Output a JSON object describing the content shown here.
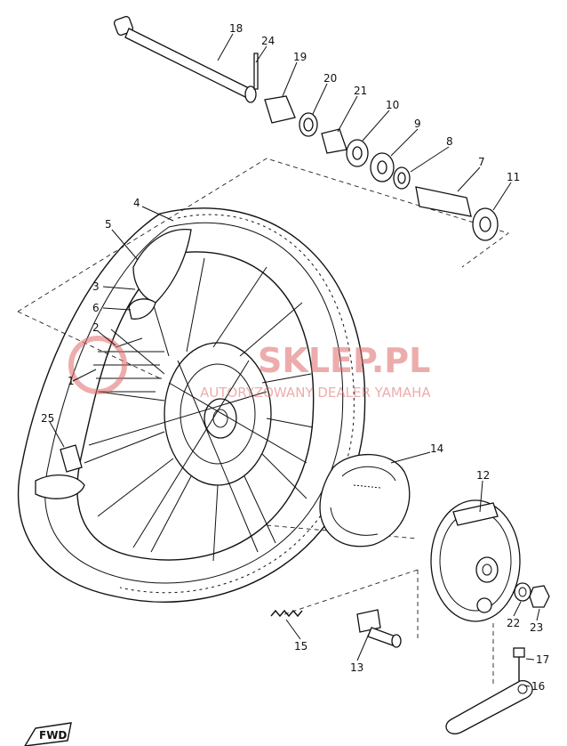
{
  "watermark": {
    "brand": "SKLEP.PL",
    "tagline": "AUTORYZOWANY DEALER YAMAHA",
    "color": "#e06a6a"
  },
  "fwd_label": "FWD",
  "parts": [
    {
      "id": "1",
      "label": "1"
    },
    {
      "id": "2",
      "label": "2"
    },
    {
      "id": "3",
      "label": "3"
    },
    {
      "id": "4",
      "label": "4"
    },
    {
      "id": "5",
      "label": "5"
    },
    {
      "id": "6",
      "label": "6"
    },
    {
      "id": "7",
      "label": "7"
    },
    {
      "id": "8",
      "label": "8"
    },
    {
      "id": "9",
      "label": "9"
    },
    {
      "id": "10",
      "label": "10"
    },
    {
      "id": "11",
      "label": "11"
    },
    {
      "id": "12",
      "label": "12"
    },
    {
      "id": "13",
      "label": "13"
    },
    {
      "id": "14",
      "label": "14"
    },
    {
      "id": "15",
      "label": "15"
    },
    {
      "id": "16",
      "label": "16"
    },
    {
      "id": "17",
      "label": "17"
    },
    {
      "id": "18",
      "label": "18"
    },
    {
      "id": "19",
      "label": "19"
    },
    {
      "id": "20",
      "label": "20"
    },
    {
      "id": "21",
      "label": "21"
    },
    {
      "id": "22",
      "label": "22"
    },
    {
      "id": "23",
      "label": "23"
    },
    {
      "id": "24",
      "label": "24"
    },
    {
      "id": "25",
      "label": "25"
    }
  ]
}
